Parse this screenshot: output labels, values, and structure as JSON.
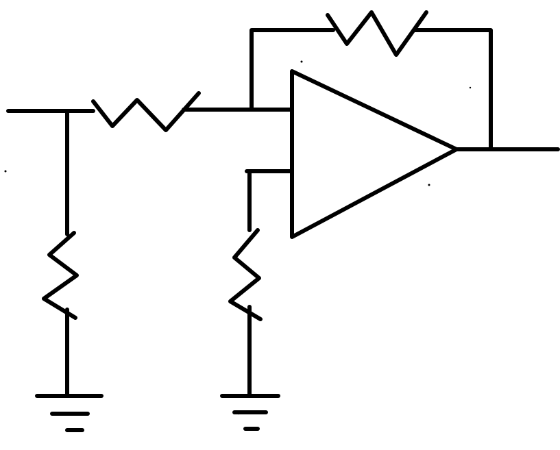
{
  "diagram": {
    "type": "circuit-schematic",
    "components": [
      {
        "id": "opamp",
        "kind": "op-amp-triangle"
      },
      {
        "id": "r-input",
        "kind": "resistor-zigzag"
      },
      {
        "id": "r-feedback",
        "kind": "resistor-zigzag"
      },
      {
        "id": "r-shunt-left",
        "kind": "resistor-zigzag"
      },
      {
        "id": "r-shunt-center",
        "kind": "resistor-zigzag"
      },
      {
        "id": "ground-left",
        "kind": "ground-symbol"
      },
      {
        "id": "ground-center",
        "kind": "ground-symbol"
      }
    ],
    "labels": []
  },
  "colors": {
    "ink": "#000000",
    "background": "#ffffff"
  }
}
